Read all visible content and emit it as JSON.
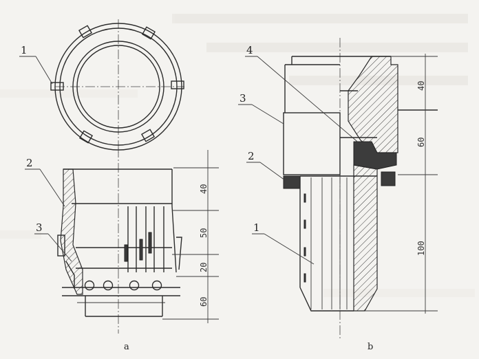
{
  "figure_a": {
    "caption": "a",
    "part_labels": [
      "1",
      "2",
      "3"
    ],
    "dimensions": [
      "40",
      "50",
      "20",
      "60"
    ]
  },
  "figure_b": {
    "caption": "b",
    "part_labels": [
      "1",
      "2",
      "3",
      "4"
    ],
    "dimensions": [
      "40",
      "60",
      "100"
    ]
  }
}
